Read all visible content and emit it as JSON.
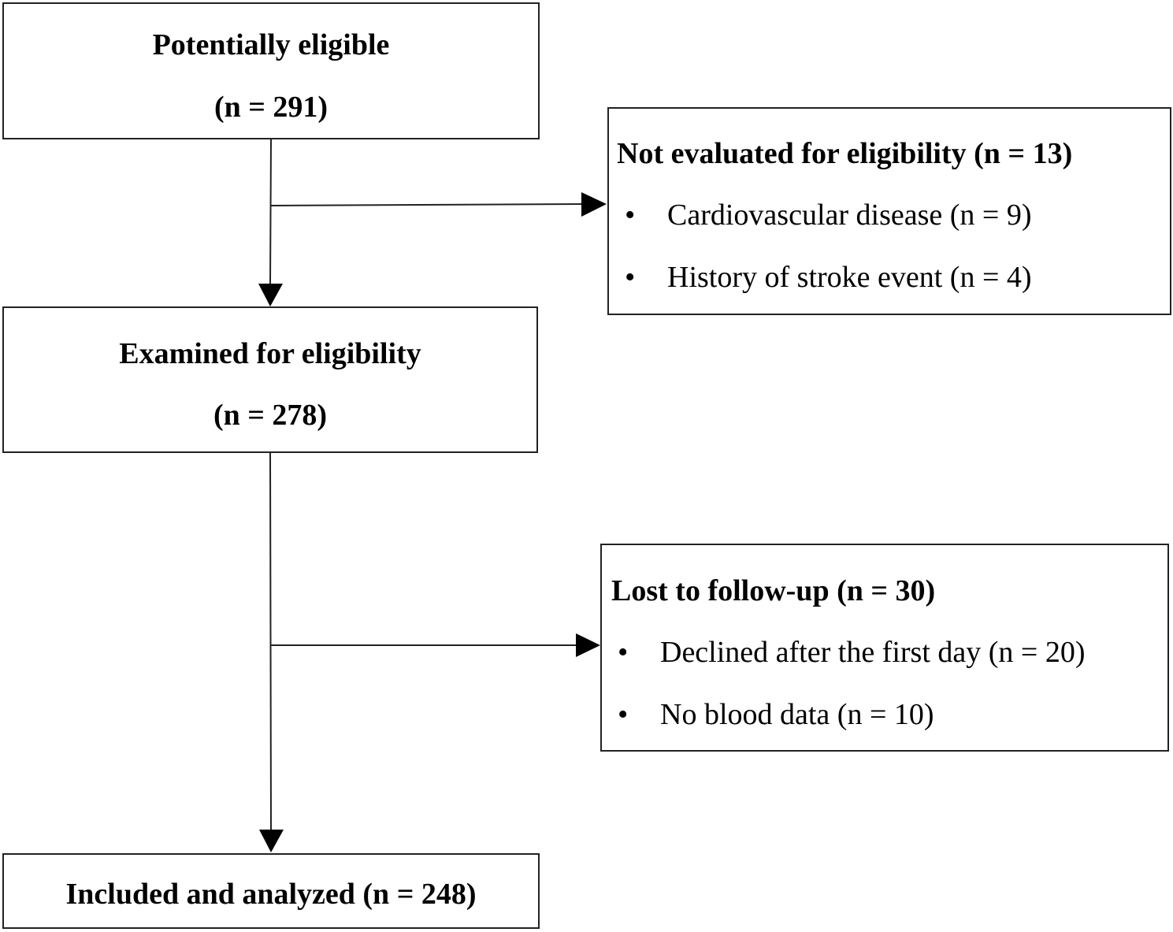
{
  "boxes": {
    "potentially_eligible": {
      "title": "Potentially eligible",
      "count": "(n = 291)"
    },
    "examined": {
      "title": "Examined  for eligibility",
      "count": "(n = 278)"
    },
    "included": {
      "title": "Included  and analyzed (n = 248)"
    }
  },
  "exclusions": {
    "not_evaluated": {
      "title": "Not evaluated  for eligibility (n = 13)",
      "items": [
        "Cardiovascular  disease  (n = 9)",
        "History of stroke event (n = 4)"
      ]
    },
    "lost": {
      "title": "Lost to follow-up (n = 30)",
      "items": [
        "Declined  after the first  day (n = 20)",
        "No blood data (n = 10)"
      ]
    }
  },
  "bullet_char": "•",
  "colors": {
    "line": "#222222",
    "box_border": "#222222"
  }
}
